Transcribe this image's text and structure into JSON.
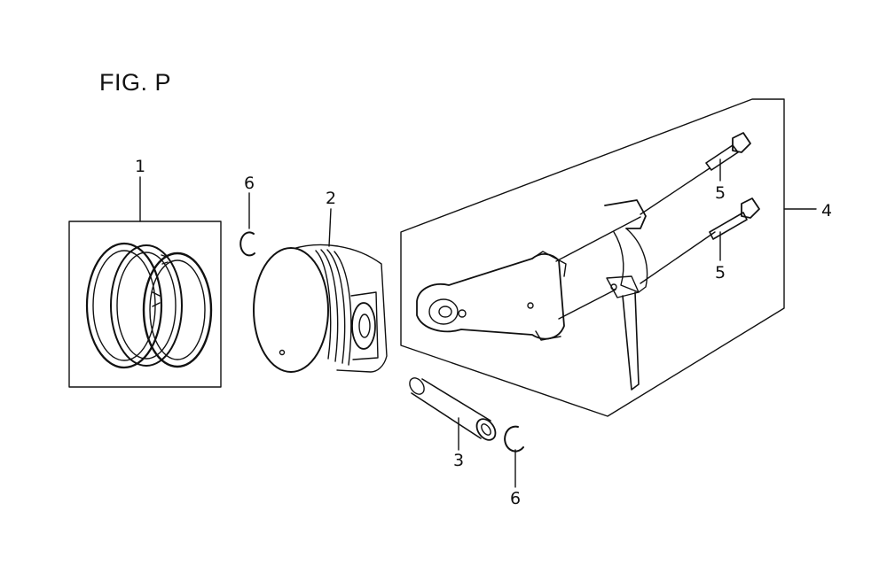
{
  "figure": {
    "title": "FIG. P"
  },
  "callouts": [
    {
      "id": "c1",
      "label": "1"
    },
    {
      "id": "c2",
      "label": "2"
    },
    {
      "id": "c3",
      "label": "3"
    },
    {
      "id": "c4",
      "label": "4"
    },
    {
      "id": "c5a",
      "label": "5"
    },
    {
      "id": "c5b",
      "label": "5"
    },
    {
      "id": "c6a",
      "label": "6"
    },
    {
      "id": "c6b",
      "label": "6"
    }
  ],
  "parts": [
    "piston-rings",
    "piston",
    "piston-pin",
    "connecting-rod-assembly",
    "rod-bolt",
    "pin-clip"
  ]
}
